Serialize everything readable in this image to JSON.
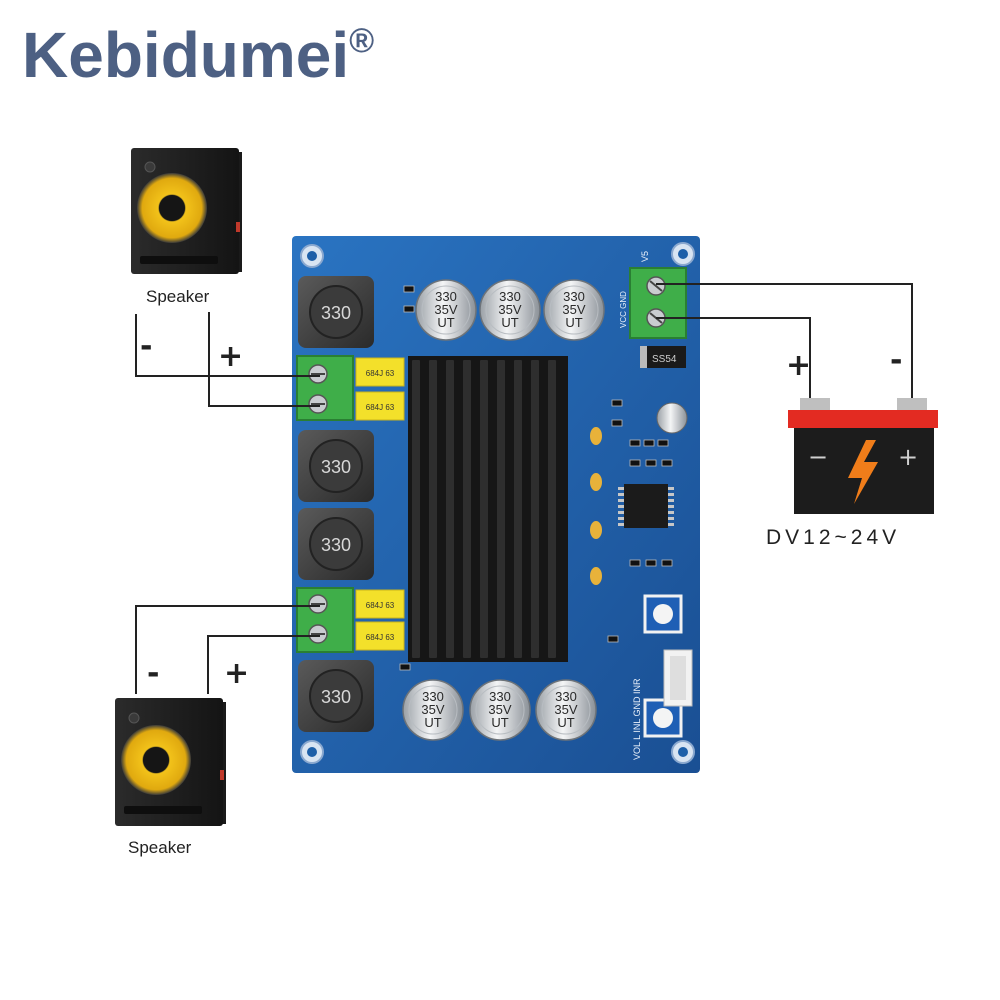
{
  "brand": {
    "name": "Kebidumei",
    "mark": "®",
    "color": "#4d6083"
  },
  "speakers": [
    {
      "label": "Speaker",
      "minus": "-",
      "plus": "+"
    },
    {
      "label": "Speaker",
      "minus": "-",
      "plus": "+"
    }
  ],
  "battery": {
    "label": "DV12~24V",
    "terminal_plus": "+",
    "terminal_minus": "-",
    "face_minus": "−",
    "face_plus": "+",
    "top_color": "#e32b22",
    "body_color": "#1c1c1c",
    "bolt_color": "#f07d1a"
  },
  "board": {
    "color": "#1d5fa8",
    "heatsink_color": "#111111",
    "terminal_color": "#3fae49",
    "capacitors": [
      {
        "top": "330",
        "mid": "35V",
        "bot": "UT"
      },
      {
        "top": "330",
        "mid": "35V",
        "bot": "UT"
      },
      {
        "top": "330",
        "mid": "35V",
        "bot": "UT"
      },
      {
        "top": "330",
        "mid": "35V",
        "bot": "UT"
      },
      {
        "top": "330",
        "mid": "35V",
        "bot": "UT"
      },
      {
        "top": "330",
        "mid": "35V",
        "bot": "UT"
      }
    ],
    "inductors": [
      "330",
      "330",
      "330",
      "330"
    ],
    "film_caps": [
      "684J 63",
      "684J 63",
      "684J 63",
      "684J 63"
    ],
    "silkscreen": {
      "v5": "V5",
      "vcc_gnd": "VCC GND",
      "diode": "SS54",
      "input": "VOL L INL GND INR"
    }
  }
}
